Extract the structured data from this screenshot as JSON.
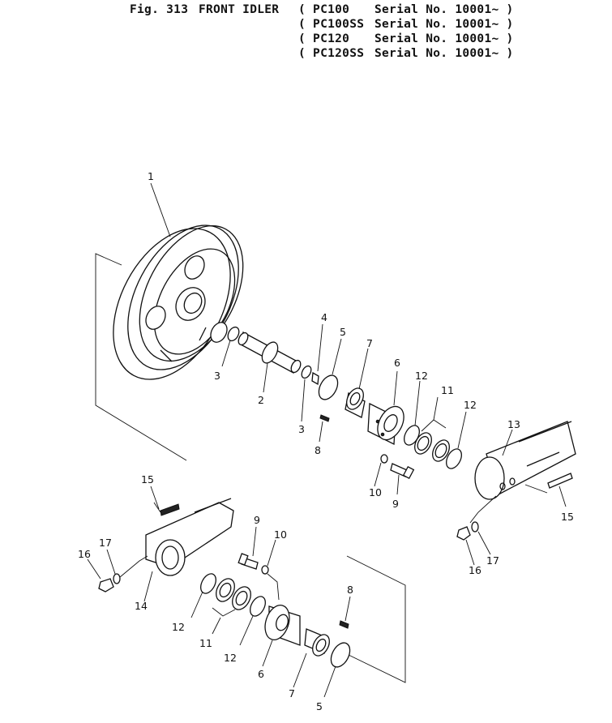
{
  "header": {
    "fig_label": "Fig. 313",
    "title": "FRONT IDLER",
    "models": [
      {
        "model": "( PC100",
        "serial": "Serial No. 10001~ )"
      },
      {
        "model": "( PC100SS",
        "serial": "Serial No. 10001~ )"
      },
      {
        "model": "( PC120",
        "serial": "Serial No. 10001~ )"
      },
      {
        "model": "( PC120SS",
        "serial": "Serial No. 10001~ )"
      }
    ]
  },
  "callouts": {
    "c1": "1",
    "c2": "2",
    "c3a": "3",
    "c3b": "3",
    "c4": "4",
    "c5a": "5",
    "c5b": "5",
    "c6a": "6",
    "c6b": "6",
    "c7a": "7",
    "c7b": "7",
    "c8a": "8",
    "c8b": "8",
    "c9a": "9",
    "c9b": "9",
    "c10a": "10",
    "c10b": "10",
    "c11a": "11",
    "c11b": "11",
    "c12a": "12",
    "c12b": "12",
    "c12c": "12",
    "c12d": "12",
    "c13": "13",
    "c14": "14",
    "c15a": "15",
    "c15b": "15",
    "c16a": "16",
    "c16b": "16",
    "c17a": "17",
    "c17b": "17"
  }
}
